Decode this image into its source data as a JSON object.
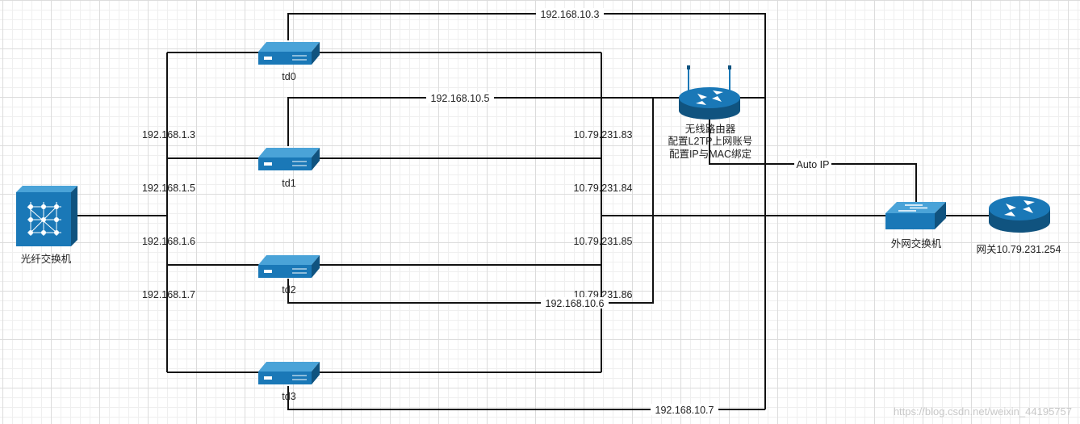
{
  "nodes": {
    "fiber_switch": "光纤交换机",
    "td0": "td0",
    "td1": "td1",
    "td2": "td2",
    "td3": "td3",
    "router_lines": [
      "无线路由器",
      "配置L2TP上网账号",
      "配置IP与MAC绑定"
    ],
    "ext_switch": "外网交换机",
    "gateway": "网关10.79.231.254"
  },
  "edge_labels": {
    "lan_td0": "192.168.1.3",
    "lan_td1": "192.168.1.5",
    "lan_td2": "192.168.1.6",
    "lan_td3": "192.168.1.7",
    "wan_td0": "10.79.231.83",
    "wan_td1": "10.79.231.84",
    "wan_td2": "10.79.231.85",
    "wan_td3": "10.79.231.86",
    "wifi_td0": "192.168.10.3",
    "wifi_td1": "192.168.10.5",
    "wifi_td2": "192.168.10.6",
    "wifi_td3": "192.168.10.7",
    "router_ext": "Auto IP"
  },
  "watermark": "https://blog.csdn.net/weixin_44195757",
  "colors": {
    "device_fill": "#1a78b7",
    "device_dark": "#10537f",
    "device_light": "#4aa3d8",
    "wire": "#111111"
  },
  "icons": {
    "fiber_switch": "fiber-switch-icon",
    "server": "server-icon",
    "router": "wireless-router-icon",
    "ext_switch": "network-switch-icon",
    "gateway": "router-icon"
  }
}
